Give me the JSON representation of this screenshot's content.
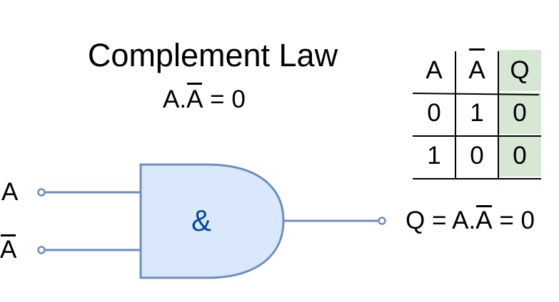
{
  "title": "Complement Law",
  "formula": {
    "a": "A",
    "dot": ".",
    "abar": "A",
    "rest": " = 0"
  },
  "truth_table": {
    "headers": [
      "A",
      "A",
      "Q"
    ],
    "header_overbar": [
      false,
      true,
      false
    ],
    "rows": [
      [
        "0",
        "1",
        "0"
      ],
      [
        "1",
        "0",
        "0"
      ]
    ],
    "highlight_color": "#d6e8d4"
  },
  "gate": {
    "symbol": "&",
    "fill": "#dae8fc",
    "stroke": "#6c8ebf",
    "symbol_color": "#004c99"
  },
  "inputs": [
    {
      "label": "A",
      "overbar": false
    },
    {
      "label": "A",
      "overbar": true
    }
  ],
  "output": {
    "q": "Q = A.",
    "abar": "A",
    "rest": " = 0"
  }
}
